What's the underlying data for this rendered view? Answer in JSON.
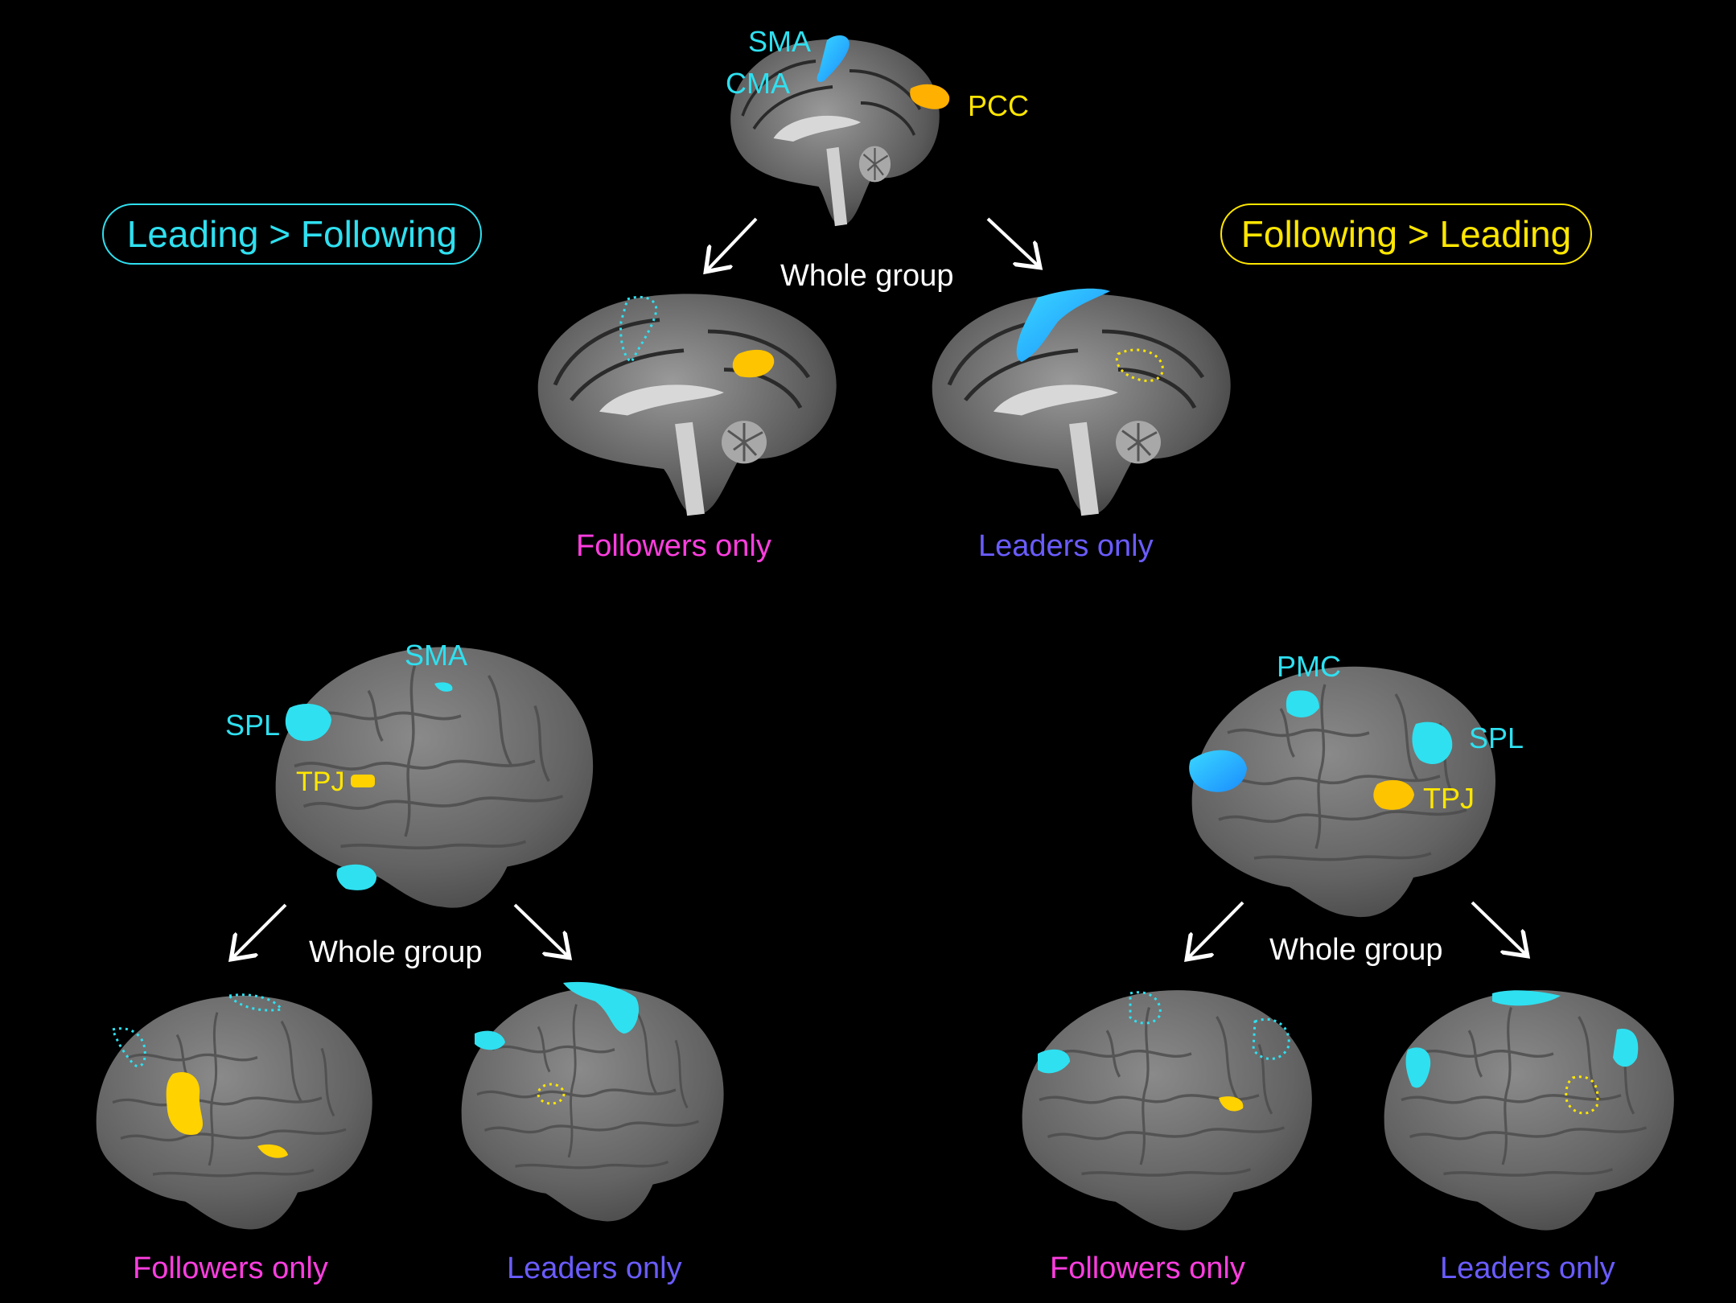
{
  "colors": {
    "leading": "#2fe0f0",
    "following": "#ffe600",
    "followers_only": "#ff3ee0",
    "leaders_only": "#6a5cff",
    "white": "#ffffff",
    "brain_gray": "#6c6c6c"
  },
  "legend": {
    "leading_gt_following": "Leading > Following",
    "following_gt_leading": "Following > Leading"
  },
  "top": {
    "region_labels": {
      "sma": "SMA",
      "cma": "CMA",
      "pcc": "PCC"
    },
    "whole_group": "Whole group",
    "followers_only": "Followers only",
    "leaders_only": "Leaders only"
  },
  "bottom_left": {
    "region_labels": {
      "sma": "SMA",
      "spl": "SPL",
      "tpj": "TPJ"
    },
    "whole_group": "Whole group",
    "followers_only": "Followers only",
    "leaders_only": "Leaders only"
  },
  "bottom_right": {
    "region_labels": {
      "pmc": "PMC",
      "spl": "SPL",
      "tpj": "TPJ"
    },
    "whole_group": "Whole group",
    "followers_only": "Followers only",
    "leaders_only": "Leaders only"
  }
}
